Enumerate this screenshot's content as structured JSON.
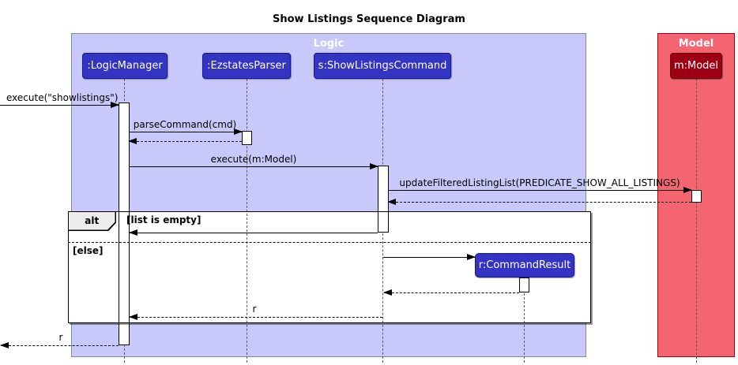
{
  "title": "Show Listings Sequence Diagram",
  "frames": {
    "logic": {
      "label": "Logic",
      "fill": "#C8C8FA",
      "border": "#888899"
    },
    "model": {
      "label": "Model",
      "fill": "#F46570",
      "border": "#A00015"
    }
  },
  "participants": {
    "logic_manager": {
      "label": ":LogicManager",
      "fill": "#3333C4"
    },
    "ezstates_parser": {
      "label": ":EzstatesParser",
      "fill": "#3333C4"
    },
    "show_listings_command": {
      "label": "s:ShowListingsCommand",
      "fill": "#3333C4"
    },
    "model": {
      "label": "m:Model",
      "fill": "#9D0012"
    },
    "command_result": {
      "label": "r:CommandResult",
      "fill": "#3333C4"
    }
  },
  "alt": {
    "operator": "alt",
    "guards": {
      "empty": "[list is empty]",
      "else": "[else]"
    }
  },
  "messages": {
    "execute_showlistings": "execute(\"showlistings\")",
    "parse_command": "parseCommand(cmd)",
    "execute_model": "execute(m:Model)",
    "update_filtered_listing_list": "updateFilteredListingList(PREDICATE_SHOW_ALL_LISTINGS)",
    "return_r": "r",
    "final_return_r": "r"
  }
}
